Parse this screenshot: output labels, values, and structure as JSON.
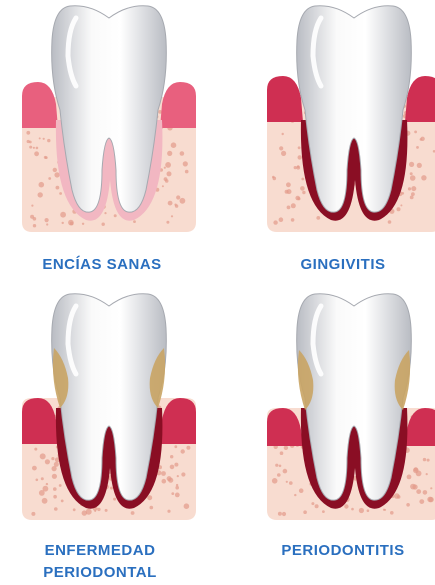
{
  "colors": {
    "label": "#2a6fbf",
    "bone_fill": "#f8dcd0",
    "bone_dots": "#e39a8a",
    "gum_healthy": "#e8607e",
    "gum_inflamed": "#cf2f52",
    "tooth_white": "#fafafa",
    "tooth_shade": "#b9bcc3",
    "root_inner": "#8a0e24",
    "plaque": "#c9a464"
  },
  "panels": [
    {
      "id": "healthy",
      "label": "ENCÍAS SANAS",
      "condition": "healthy",
      "tartar": false
    },
    {
      "id": "gingivitis",
      "label": "GINGIVITIS",
      "condition": "gingivitis",
      "tartar": false
    },
    {
      "id": "periodontal",
      "label": "ENFERMEDAD\nPERIODONTAL",
      "condition": "periodontal",
      "tartar": true
    },
    {
      "id": "periodontitis",
      "label": "PERIODONTITIS",
      "condition": "periodontitis",
      "tartar": true
    }
  ]
}
